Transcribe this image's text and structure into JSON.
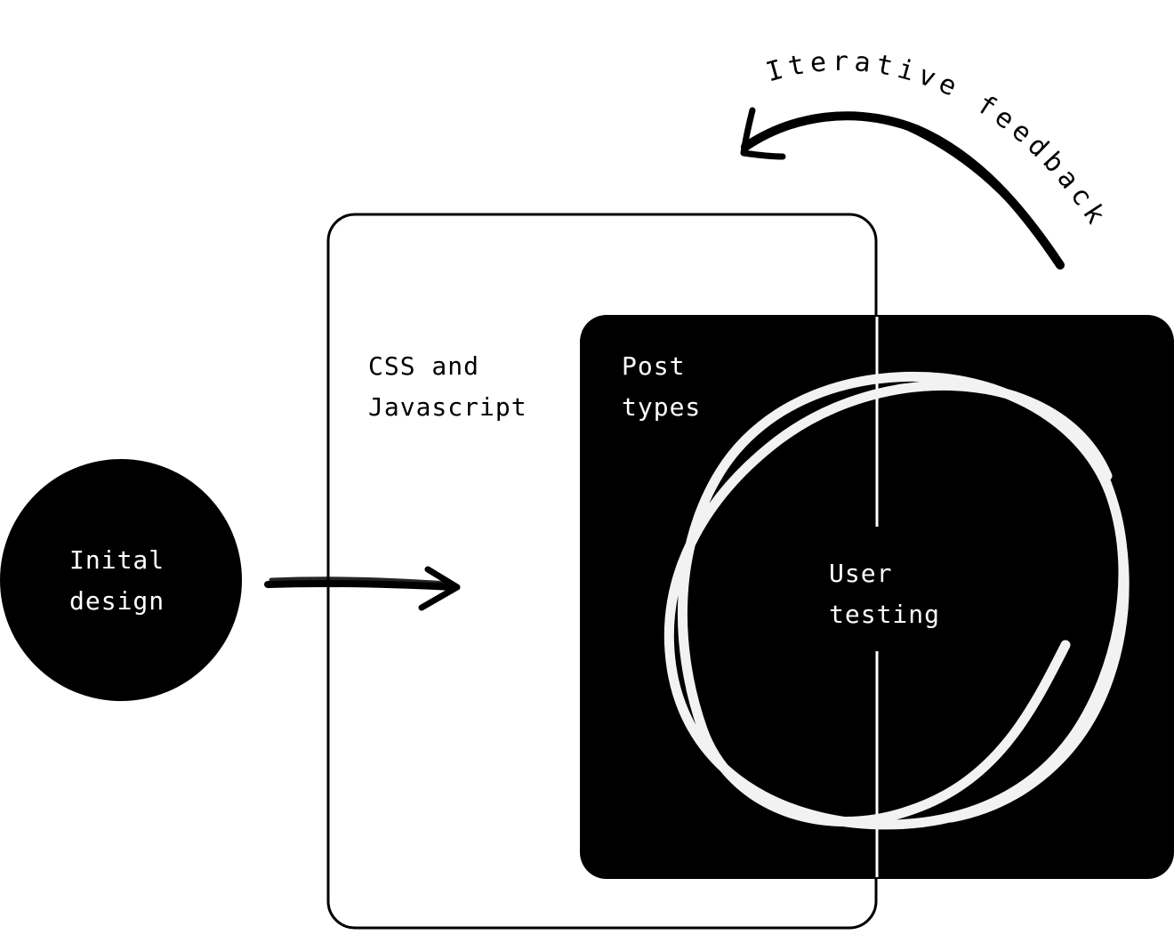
{
  "nodes": {
    "initial": {
      "line1": "Inital",
      "line2": "design"
    },
    "css_js": {
      "line1": "CSS and",
      "line2": "Javascript"
    },
    "post_types": {
      "line1": "Post",
      "line2": "types"
    },
    "user_testing": {
      "line1": "User",
      "line2": "testing"
    }
  },
  "feedback_label": "Iterative feedback",
  "colors": {
    "ink": "#000000",
    "paper": "#ffffff",
    "chalk": "#f2f2f2"
  }
}
